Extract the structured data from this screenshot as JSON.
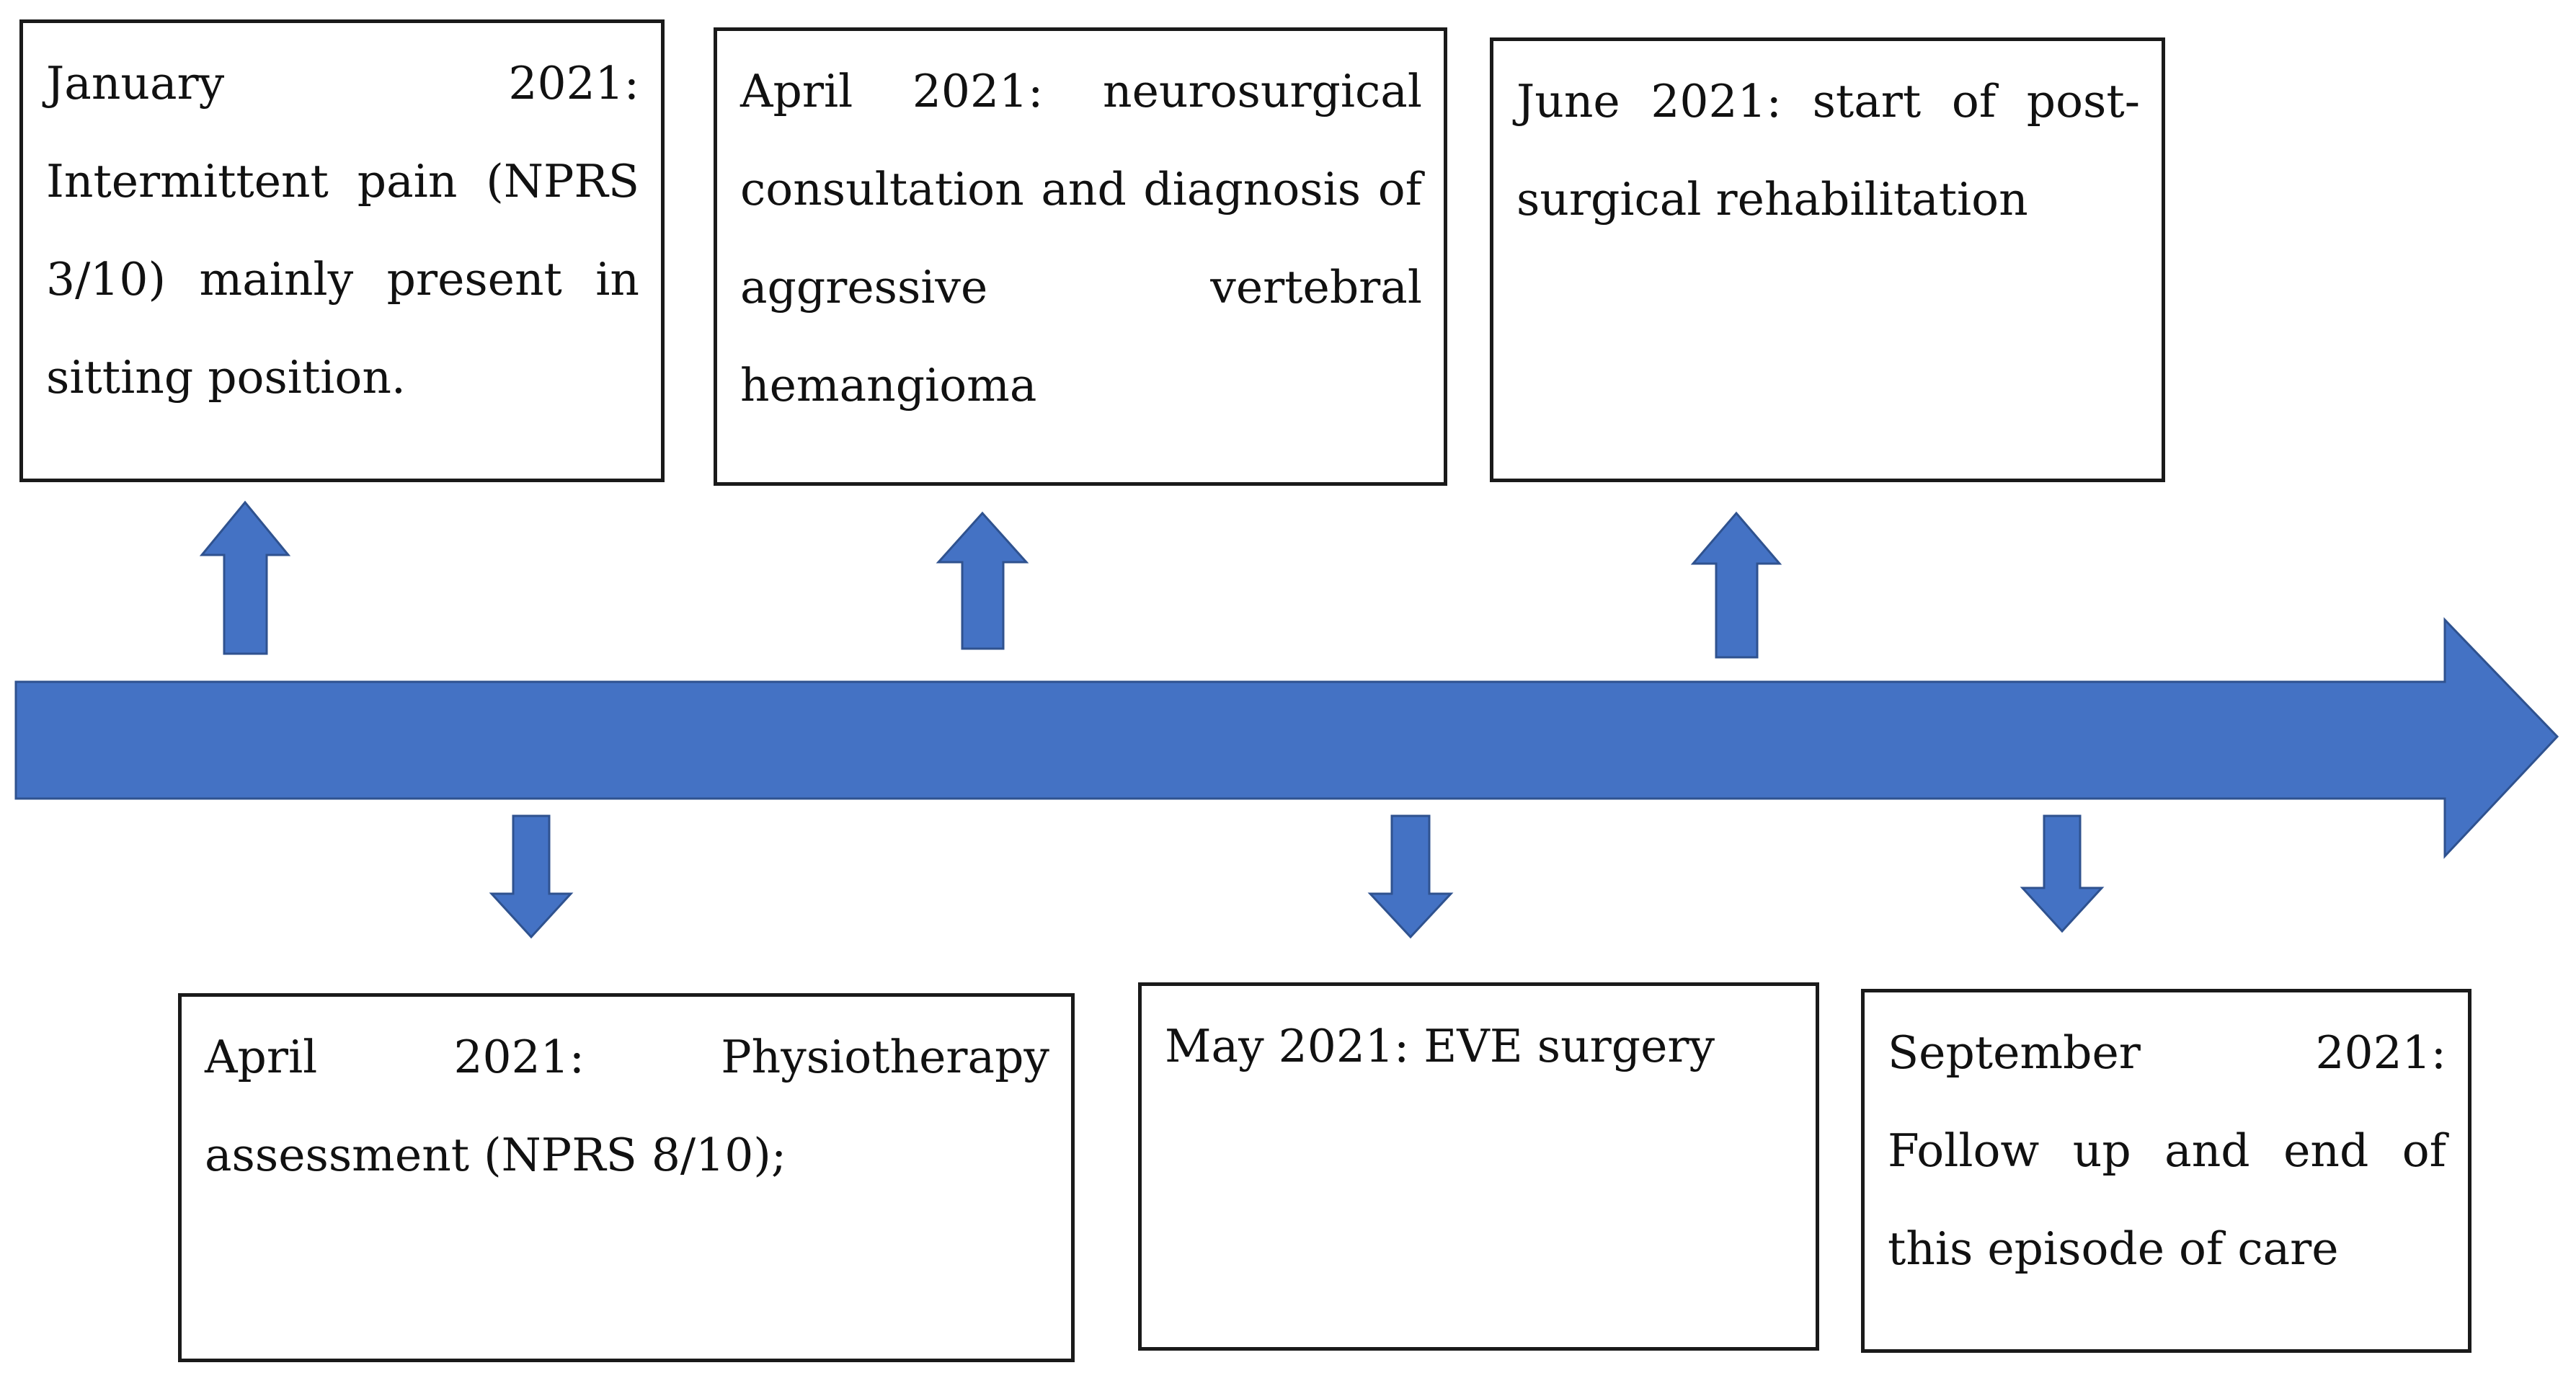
{
  "colors": {
    "arrow_fill": "#4472C4",
    "arrow_stroke": "#2F528F",
    "box_border": "#1a1a1a"
  },
  "events": [
    {
      "text": "January 2021: Intermittent pain (NPRS 3/10) mainly present in sitting position."
    },
    {
      "text": "April 2021: neurosurgical consultation and diagnosis of aggressive vertebral hemangioma"
    },
    {
      "text": "June 2021: start of post-surgical rehabilitation"
    },
    {
      "text": "April 2021: Physiotherapy assessment (NPRS 8/10);"
    },
    {
      "text": "May 2021: EVE surgery"
    },
    {
      "text": "September 2021: Follow up and end of this episode of care"
    }
  ]
}
